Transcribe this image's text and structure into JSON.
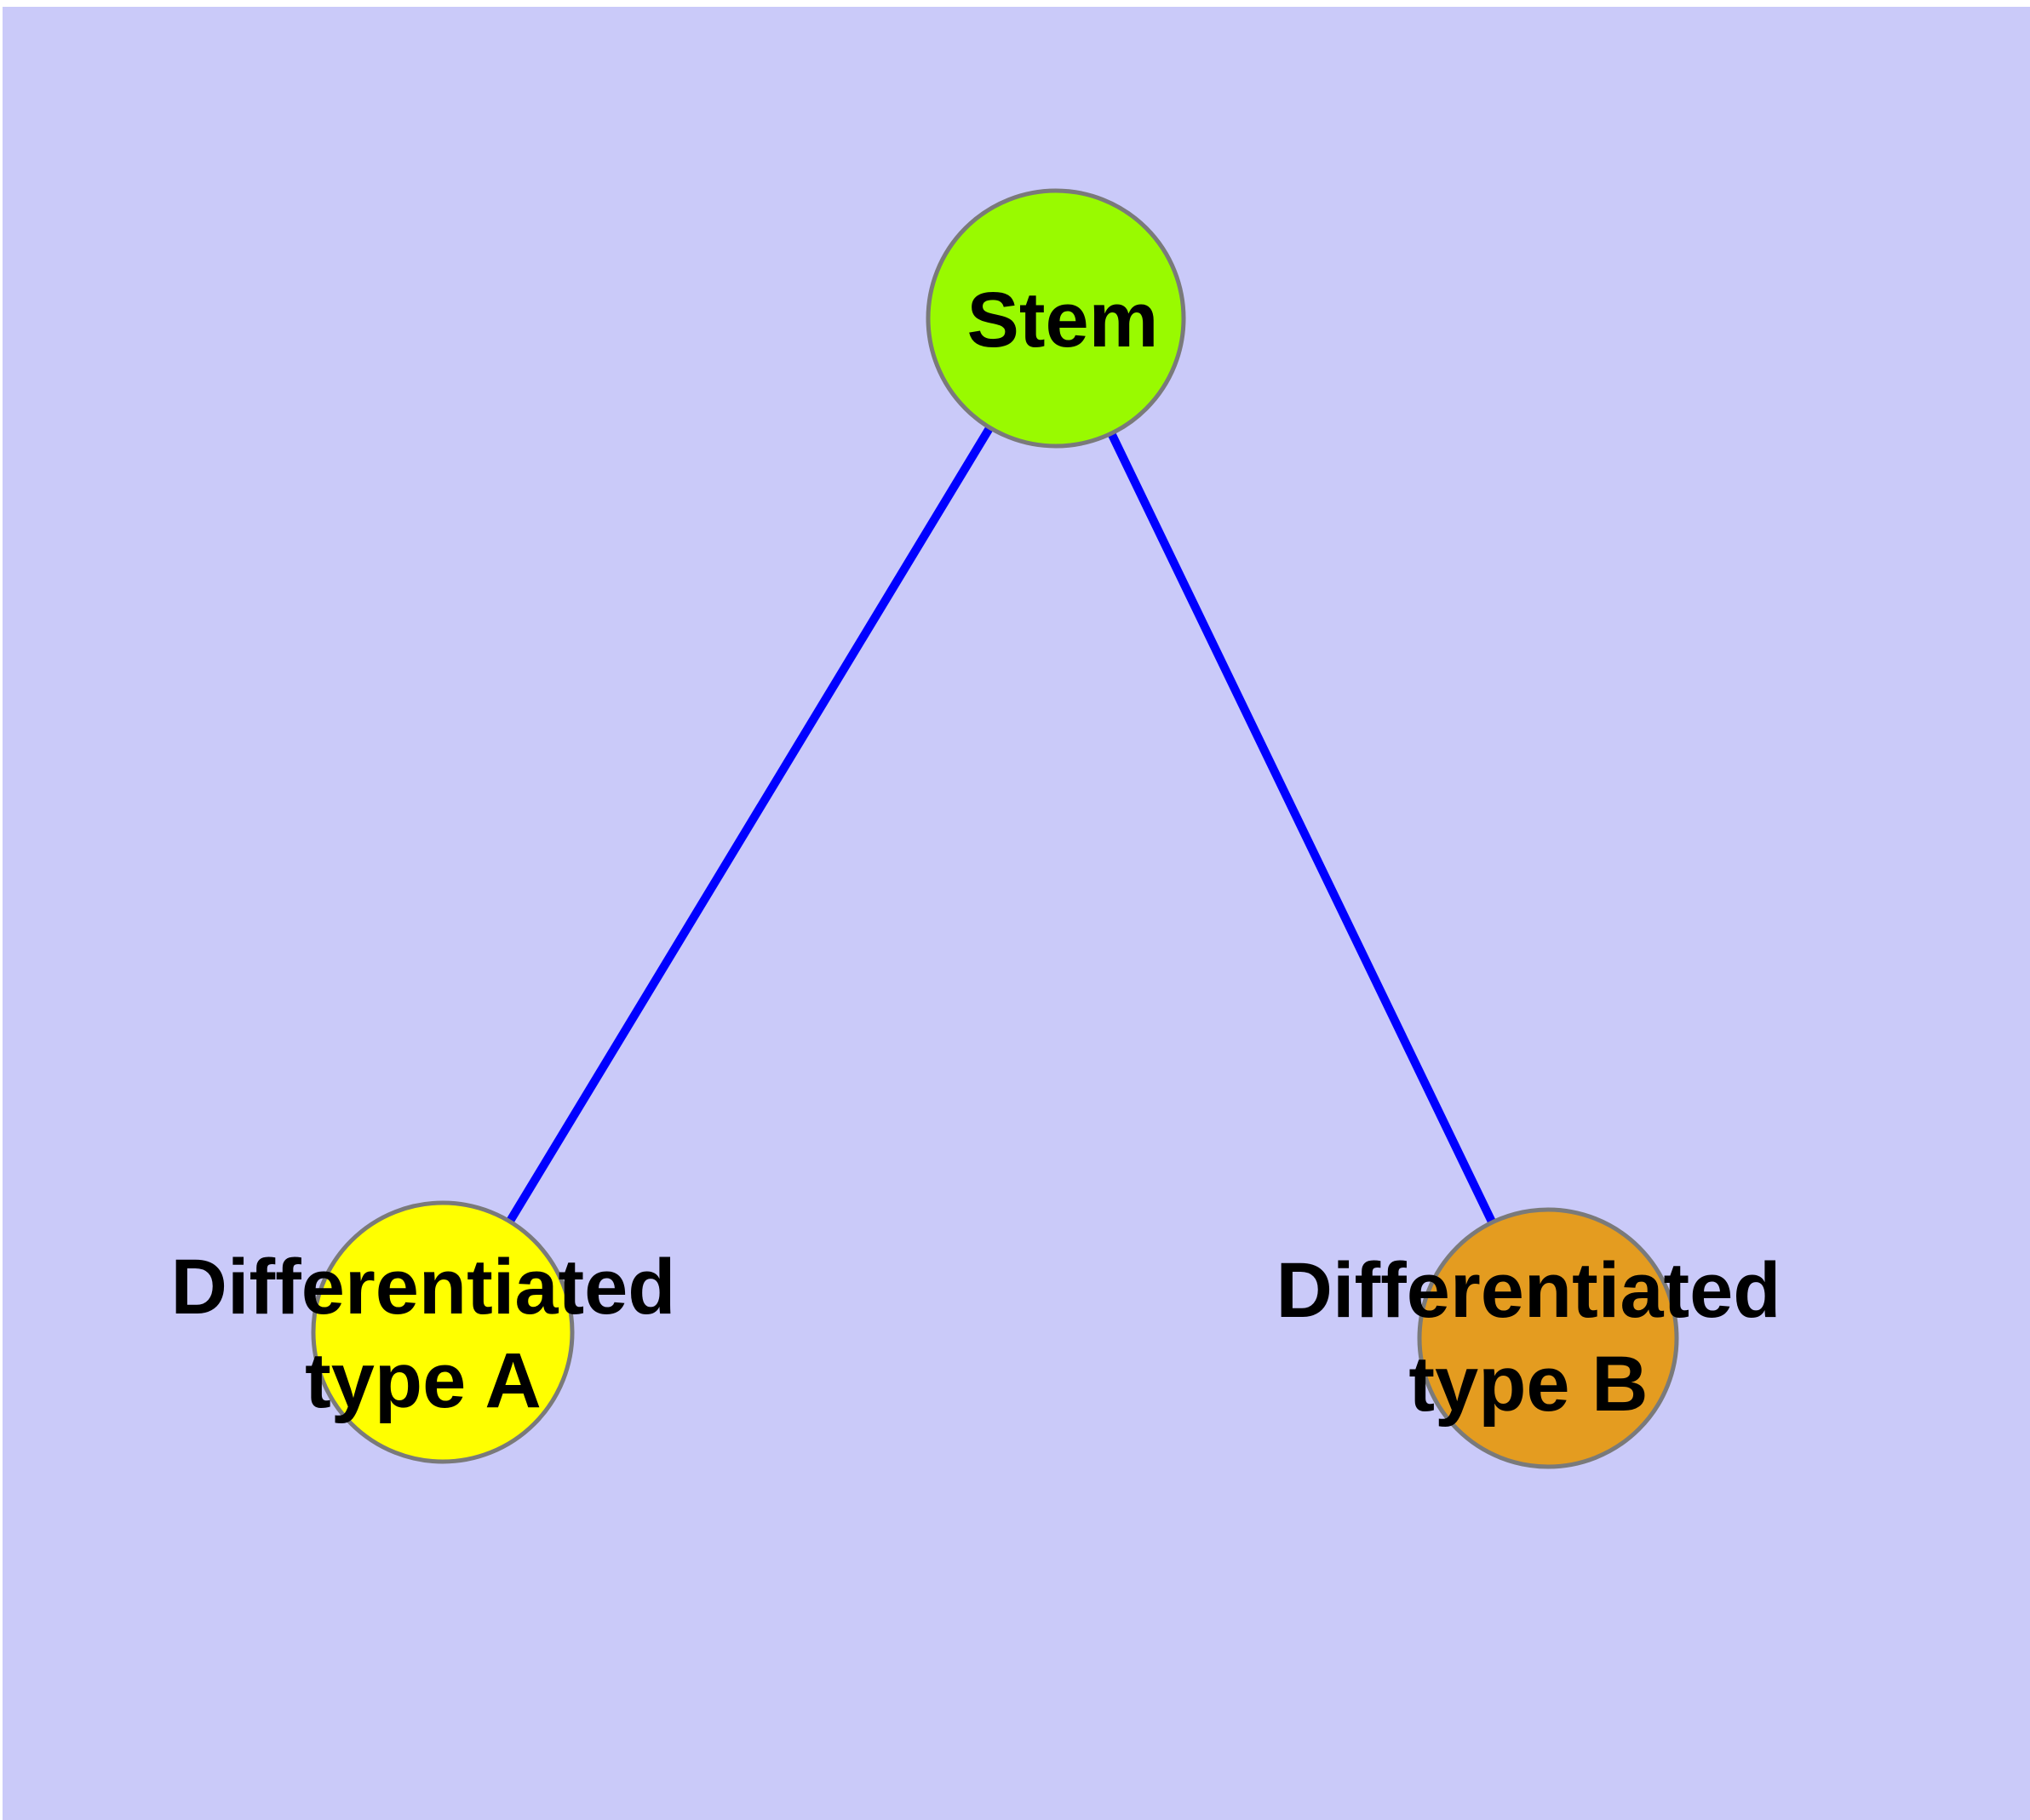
{
  "diagram": {
    "background_color": "#cacaf9",
    "edge_color": "#0000ff",
    "node_border_color": "#7a7a7a",
    "label_color": "#000000",
    "nodes": [
      {
        "id": "stem",
        "label": "Stem",
        "color": "#99fa00"
      },
      {
        "id": "differentiated-type-a",
        "label_line1": "Differentiated",
        "label_line2": "type A",
        "color": "#ffff00"
      },
      {
        "id": "differentiated-type-b",
        "label_line1": "Differentiated",
        "label_line2": "type B",
        "color": "#e49c20"
      }
    ],
    "edges": [
      {
        "from": "stem",
        "to": "differentiated-type-a"
      },
      {
        "from": "stem",
        "to": "differentiated-type-b"
      }
    ]
  }
}
